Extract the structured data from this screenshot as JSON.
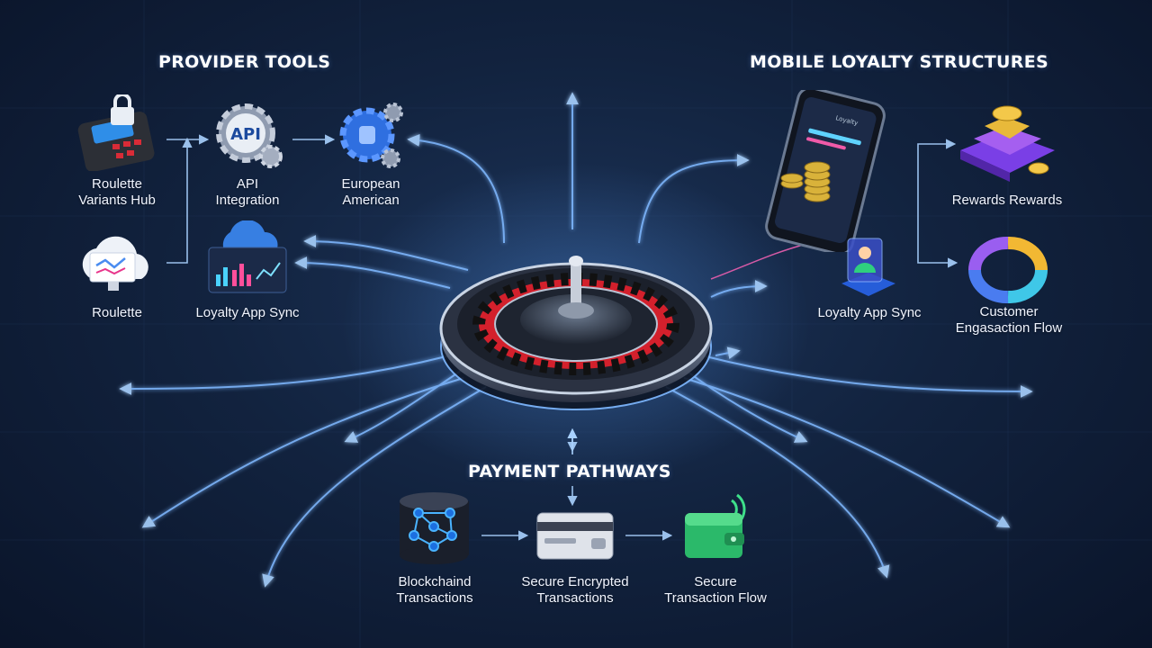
{
  "sections": {
    "provider_title": "PROVIDER TOOLS",
    "mobile_title": "MOBILE LOYALTY STRUCTURES",
    "payment_title": "PAYMENT PATHWAYS"
  },
  "provider": {
    "roulette_variants_hub": [
      "Roulette",
      "Variants Hub"
    ],
    "api_integration": [
      "API",
      "Integration"
    ],
    "api_badge": "API",
    "european_american": [
      "European",
      "American"
    ],
    "roulette": "Roulette",
    "loyalty_app_sync": "Loyalty App Sync"
  },
  "mobile": {
    "phone_header": "Loyalty",
    "rewards": "Rewards Rewards",
    "loyalty_app_sync": "Loyalty App Sync",
    "customer_flow": [
      "Customer",
      "Engasaction Flow"
    ]
  },
  "payment": {
    "blockchain": [
      "Blockchaind",
      "Transactions"
    ],
    "secure_encrypted": [
      "Secure Encrypted",
      "Transactions"
    ],
    "secure_flow": [
      "Secure",
      "Transaction Flow"
    ]
  },
  "icons": [
    "pos-terminal-lock-icon",
    "api-gears-icon",
    "blue-gear-icon",
    "cloud-dashboard-icon",
    "cloud-analytics-icon",
    "smartphone-app-icon",
    "stacked-rewards-icon",
    "profile-hologram-icon",
    "circular-flow-icon",
    "blockchain-database-icon",
    "credit-card-icon",
    "wallet-icon",
    "roulette-wheel-icon"
  ],
  "colors": {
    "background": "#12233f",
    "glow": "#7fb8ff",
    "wheel_red": "#d3202c",
    "wheel_black": "#1a1a1a"
  }
}
